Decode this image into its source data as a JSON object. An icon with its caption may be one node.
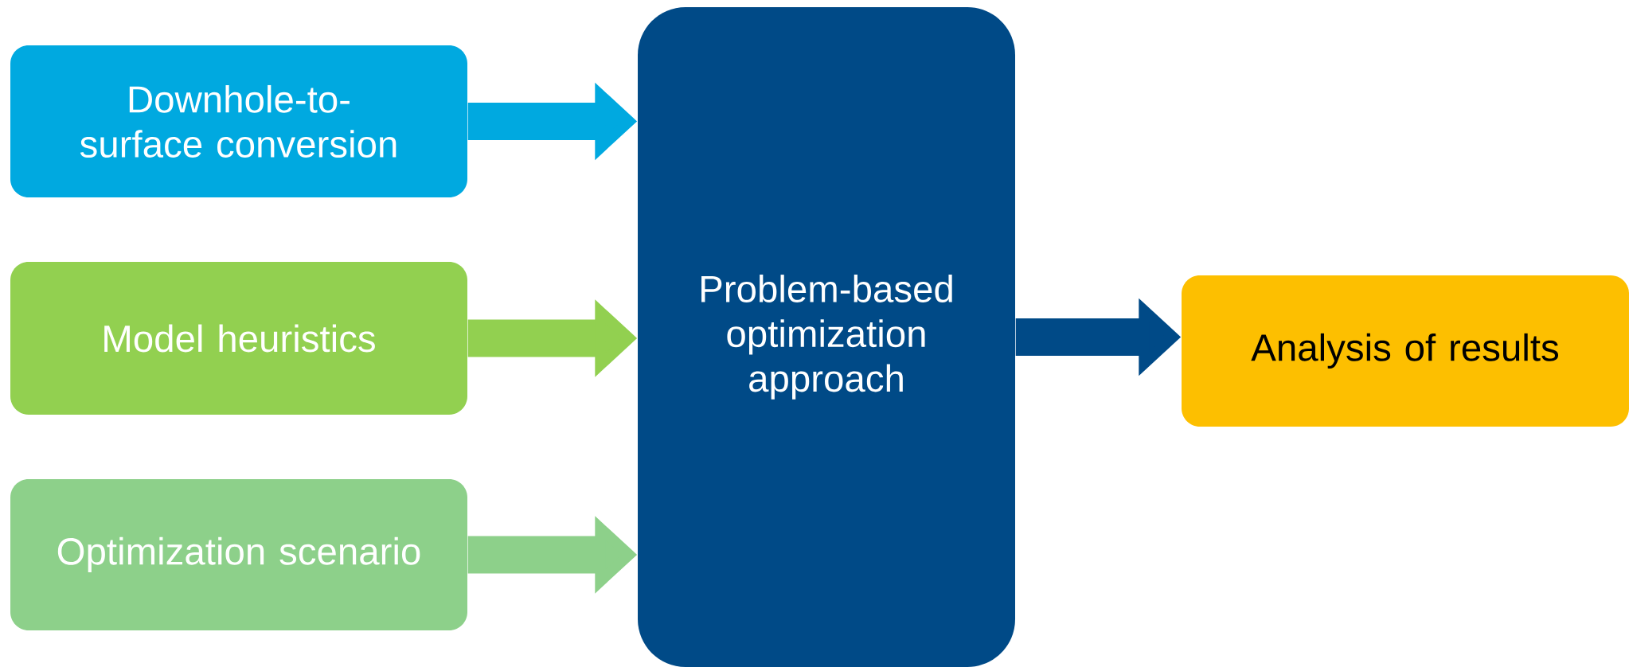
{
  "diagram": {
    "nodes": [
      {
        "text": [
          "Downhole-to-surface conversion"
        ]
      },
      {
        "text": [
          "Model heuristics"
        ]
      },
      {
        "text": [
          "Optimization scenario"
        ]
      },
      {
        "text": [
          "Problem-based optimization approach"
        ]
      },
      {
        "text": [
          "Analysis of results"
        ]
      }
    ],
    "edges": [
      {
        "from": 0,
        "to": 3,
        "arrow": "to",
        "color": "#00a9e0"
      },
      {
        "from": 1,
        "to": 3,
        "arrow": "to",
        "color": "#92d050"
      },
      {
        "from": 2,
        "to": 3,
        "arrow": "to",
        "color": "#8dd08a"
      },
      {
        "from": 3,
        "to": 4,
        "arrow": "to",
        "color": "#004a87"
      }
    ]
  }
}
